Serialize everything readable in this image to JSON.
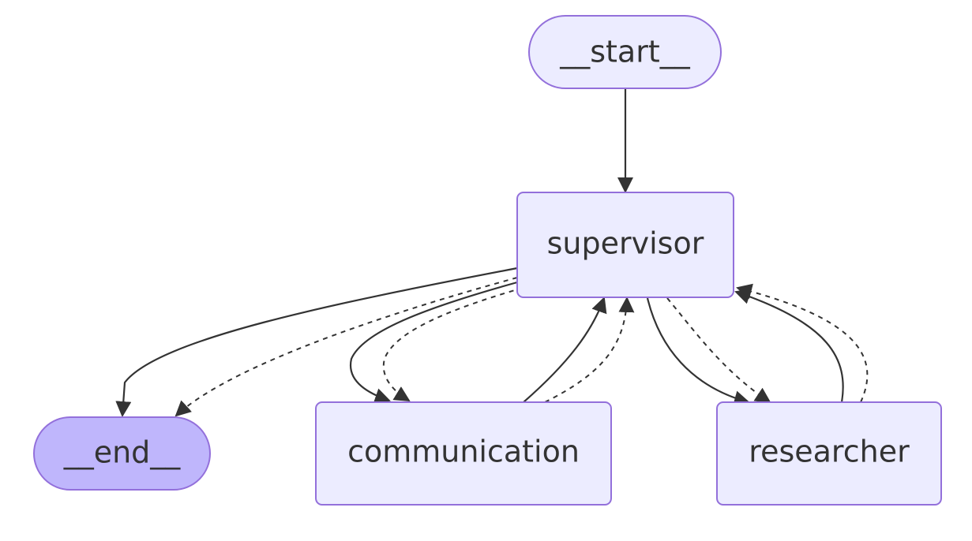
{
  "nodes": {
    "start": {
      "label": "__start__"
    },
    "supervisor": {
      "label": "supervisor"
    },
    "end": {
      "label": "__end__"
    },
    "communication": {
      "label": "communication"
    },
    "researcher": {
      "label": "researcher"
    }
  },
  "colors": {
    "node_fill": "#ECECFF",
    "node_stroke": "#9370DB",
    "end_fill": "#BFB6FC",
    "edge": "#333333",
    "text": "#333333"
  },
  "edges": [
    {
      "from": "start",
      "to": "supervisor",
      "style": "solid"
    },
    {
      "from": "supervisor",
      "to": "end",
      "style": "solid"
    },
    {
      "from": "supervisor",
      "to": "end",
      "style": "dashed"
    },
    {
      "from": "supervisor",
      "to": "communication",
      "style": "solid"
    },
    {
      "from": "supervisor",
      "to": "communication",
      "style": "dashed"
    },
    {
      "from": "communication",
      "to": "supervisor",
      "style": "solid"
    },
    {
      "from": "communication",
      "to": "supervisor",
      "style": "dashed"
    },
    {
      "from": "supervisor",
      "to": "researcher",
      "style": "solid"
    },
    {
      "from": "supervisor",
      "to": "researcher",
      "style": "dashed"
    },
    {
      "from": "researcher",
      "to": "supervisor",
      "style": "solid"
    },
    {
      "from": "researcher",
      "to": "supervisor",
      "style": "dashed"
    }
  ]
}
